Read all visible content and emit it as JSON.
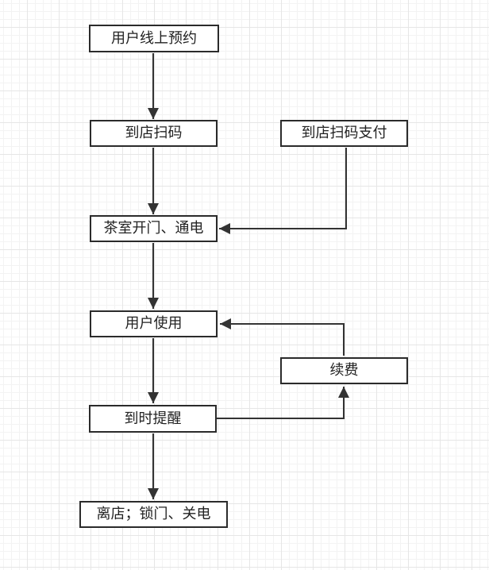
{
  "flowchart": {
    "nodes": {
      "online_booking": "用户线上预约",
      "scan_at_store": "到店扫码",
      "scan_pay_at_store": "到店扫码支付",
      "open_door_power": "茶室开门、通电",
      "user_using": "用户使用",
      "renew": "续费",
      "time_up_reminder": "到时提醒",
      "leave_lock_power_off": "离店；锁门、关电"
    },
    "edges": [
      {
        "from": "online_booking",
        "to": "scan_at_store"
      },
      {
        "from": "scan_at_store",
        "to": "open_door_power"
      },
      {
        "from": "scan_pay_at_store",
        "to": "open_door_power"
      },
      {
        "from": "open_door_power",
        "to": "user_using"
      },
      {
        "from": "user_using",
        "to": "time_up_reminder"
      },
      {
        "from": "time_up_reminder",
        "to": "renew"
      },
      {
        "from": "renew",
        "to": "user_using"
      },
      {
        "from": "time_up_reminder",
        "to": "leave_lock_power_off"
      }
    ]
  },
  "colors": {
    "line": "#333333",
    "border": "#2b2b2b",
    "background": "#ffffff",
    "grid": "#e6e6e6"
  }
}
